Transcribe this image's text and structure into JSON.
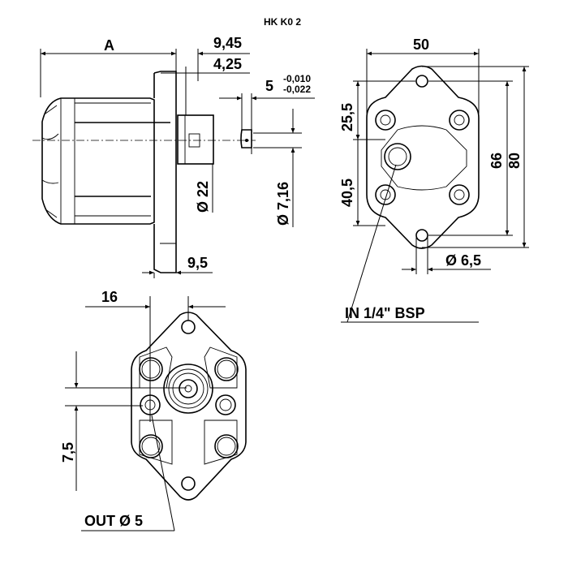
{
  "title": "HK K0 2",
  "side_view": {
    "dim_length": "A",
    "dim_9_45": "9,45",
    "dim_4_25": "4,25",
    "dim_key_width": "5",
    "tol_upper": "-0,010",
    "tol_lower": "-0,022",
    "dim_pilot_dia": "Ø 22",
    "dim_shaft_dia": "Ø 7,16",
    "dim_flange": "9,5"
  },
  "inlet_view": {
    "dim_width": "50",
    "dim_66": "66",
    "dim_80": "80",
    "dim_25_5": "25,5",
    "dim_40_5": "40,5",
    "dim_hole": "Ø 6,5",
    "port_label": "IN 1/4\" BSP"
  },
  "front_view": {
    "dim_16": "16",
    "dim_7_5": "7,5",
    "port_label": "OUT Ø 5"
  }
}
